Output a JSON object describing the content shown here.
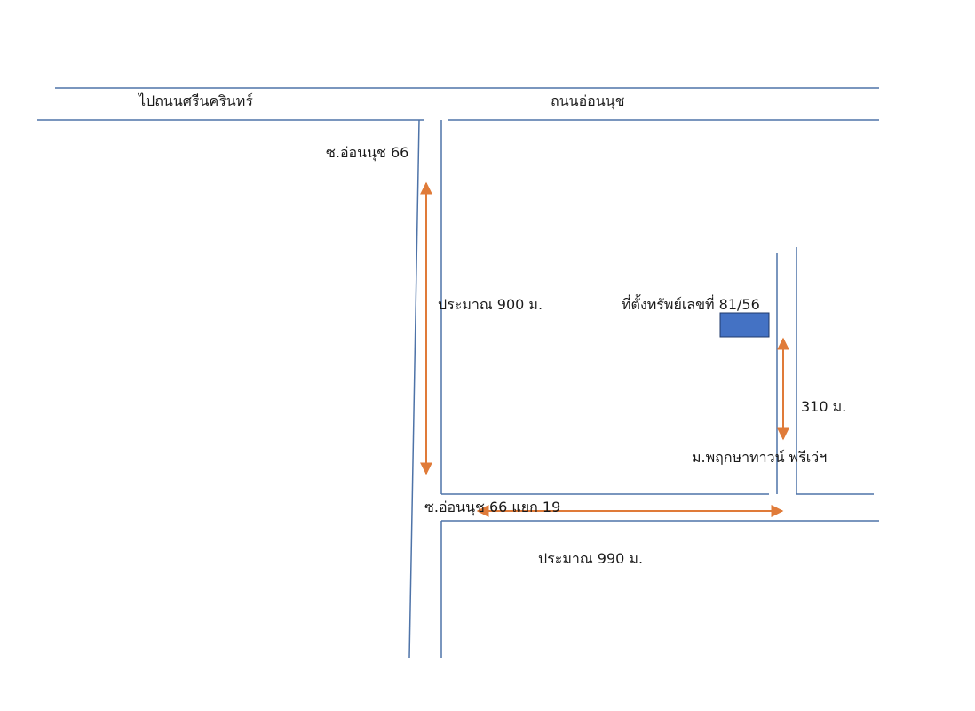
{
  "map": {
    "labels": {
      "to_srinagarindra": "ไปถนนศรีนครินทร์",
      "on_nut_road": "ถนนอ่อนนุช",
      "soi_on_nut_66": "ซ.อ่อนนุช 66",
      "distance_900": "ประมาณ 900 ม.",
      "property_location": "ที่ตั้งทรัพย์เลขที่ 81/56",
      "distance_310": "310 ม.",
      "village_name": "ม.พฤกษาทาวน์ พรีเว่ฯ",
      "soi_on_nut_66_junction_19": "ซ.อ่อนนุช 66 แยก 19",
      "distance_990": "ประมาณ 990 ม."
    },
    "colors": {
      "road_line": "#4e73a8",
      "arrow": "#e07b39",
      "property_fill": "#4472c4",
      "property_border": "#1f3a6b",
      "text": "#1a1a1a"
    }
  }
}
